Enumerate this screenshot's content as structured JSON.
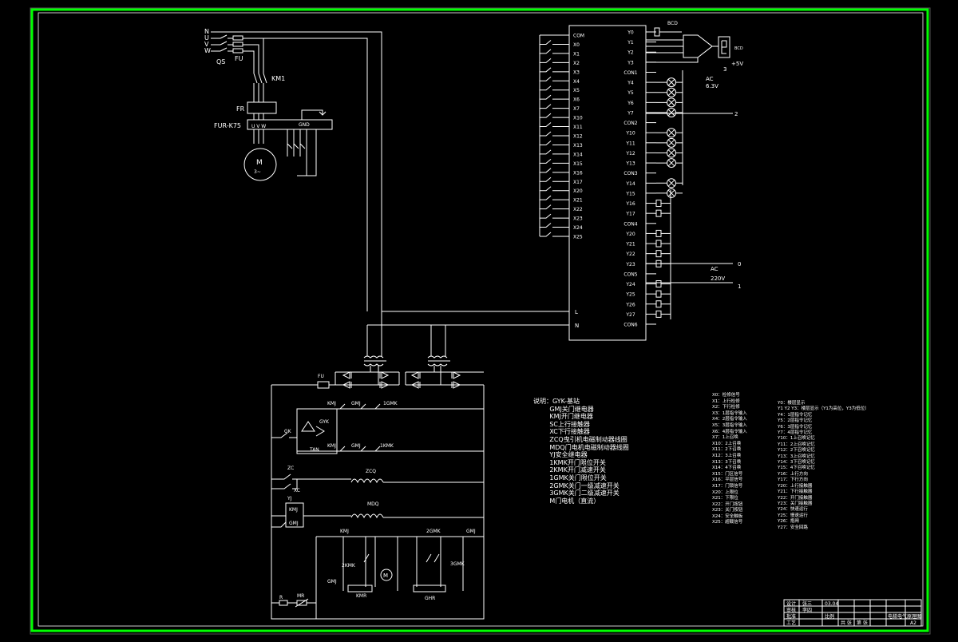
{
  "frame": {
    "border_color": "#00ff00",
    "line_color": "#ffffff",
    "background": "#000000"
  },
  "power": {
    "phases": [
      "N",
      "U",
      "V",
      "W"
    ],
    "qs": "QS",
    "fu": "FU",
    "km1": "KM1",
    "fr": "FR",
    "inverter": "FUR-K75",
    "inverter_terminals": "U V W",
    "gnd": "GND",
    "motor": "M",
    "motor_sub": "3~"
  },
  "plc": {
    "inputs": [
      "COM",
      "X0",
      "X1",
      "X2",
      "X3",
      "X4",
      "X5",
      "X6",
      "X7",
      "X10",
      "X11",
      "X12",
      "X13",
      "X14",
      "X15",
      "X16",
      "X17",
      "X20",
      "X21",
      "X22",
      "X23",
      "X24",
      "X25"
    ],
    "outputs": [
      "Y0",
      "Y1",
      "Y2",
      "Y3",
      "CON1",
      "Y4",
      "Y5",
      "Y6",
      "Y7",
      "CON2",
      "Y10",
      "Y11",
      "Y12",
      "Y13",
      "CON3",
      "Y14",
      "Y15",
      "Y16",
      "Y17",
      "CON4",
      "Y20",
      "Y21",
      "Y22",
      "Y23",
      "CON5",
      "Y24",
      "Y25",
      "Y26",
      "Y27",
      "CON6"
    ],
    "power_terminals": [
      "L",
      "N"
    ],
    "bcd_label": "BCD",
    "v5": "+5V",
    "ac_label": "AC",
    "ac_volt": "6.3V",
    "ac2_label": "AC",
    "ac2_volt": "220V",
    "net_3": "3",
    "net_2": "2",
    "net_0": "0",
    "net_1": "1"
  },
  "control": {
    "fu": "FU",
    "gk": "GK",
    "gyk": "GYK",
    "tan": "TAN",
    "kmj": "KMJ",
    "gmj": "GMJ",
    "k1gmk": "1GMK",
    "k1kmk": "1KMK",
    "zc": "ZC",
    "xc": "XC",
    "zcq": "ZCQ",
    "yj": "YJ",
    "mdq": "MDQ",
    "k2kmk": "2KMK",
    "k2gmk": "2GMK",
    "k3gmk": "3GMK",
    "kmr": "KMR",
    "ghr": "GHR",
    "r": "R",
    "mr": "MR",
    "m": "M"
  },
  "legend_notes": [
    "说明：GYK-基站",
    "GMJ关门继电器",
    "KMJ开门继电器",
    "SC上行接触器",
    "XC下行接触器",
    "ZCQ曳引机电磁制动器线圈",
    "MDQ门电机电磁制动器线圈",
    "YJ安全继电器",
    "1KMK开门限位开关",
    "2KMK开门减速开关",
    "1GMK关门限位开关",
    "2GMK关门一级减速开关",
    "3GMK关门二级减速开关",
    "M门电机（直流）"
  ],
  "legend_inputs": [
    "X0：检修信号",
    "X1：上行检修",
    "X2：下行检修",
    "X3：1层指令输入",
    "X4：2层指令输入",
    "X5：3层指令输入",
    "X6：4层指令输入",
    "X7：1上召唤",
    "X10：2上召唤",
    "X11：2下召唤",
    "X12：3上召唤",
    "X13：3下召唤",
    "X14：4下召唤",
    "X15：门区信号",
    "X16：平层信号",
    "X17：门锁信号",
    "X20：上限位",
    "X21：下限位",
    "X22：开门按钮",
    "X23：关门按钮",
    "X24：安全触板",
    "X25：超载信号"
  ],
  "legend_outputs": [
    "Y0：楼层显示",
    "Y1 Y2 Y3：楼层显示（Y1为高位，Y3为低位）",
    "Y4：1层指令记忆",
    "Y5：2层指令记忆",
    "Y6：3层指令记忆",
    "Y7：4层指令记忆",
    "Y10：1上召唤记忆",
    "Y11：2上召唤记忆",
    "Y12：2下召唤记忆",
    "Y13：3上召唤记忆",
    "Y14：3下召唤记忆",
    "Y15：4下召唤记忆",
    "Y16：上行方向",
    "Y17：下行方向",
    "Y20：上行接触器",
    "Y21：下行接触器",
    "Y22：开门接触器",
    "Y23：关门接触器",
    "Y24：快速运行",
    "Y25：慢速运行",
    "Y26：抱闸",
    "Y27：安全回路"
  ],
  "title_block": {
    "r1": [
      "设计",
      "张三",
      "03.04"
    ],
    "r2": [
      "审核",
      "李四"
    ],
    "r3": [
      "批准",
      "比例",
      ""
    ],
    "r4": [
      "工艺",
      "共 张",
      "第 张"
    ],
    "name": "电梯电气原理图",
    "code": "A2"
  }
}
